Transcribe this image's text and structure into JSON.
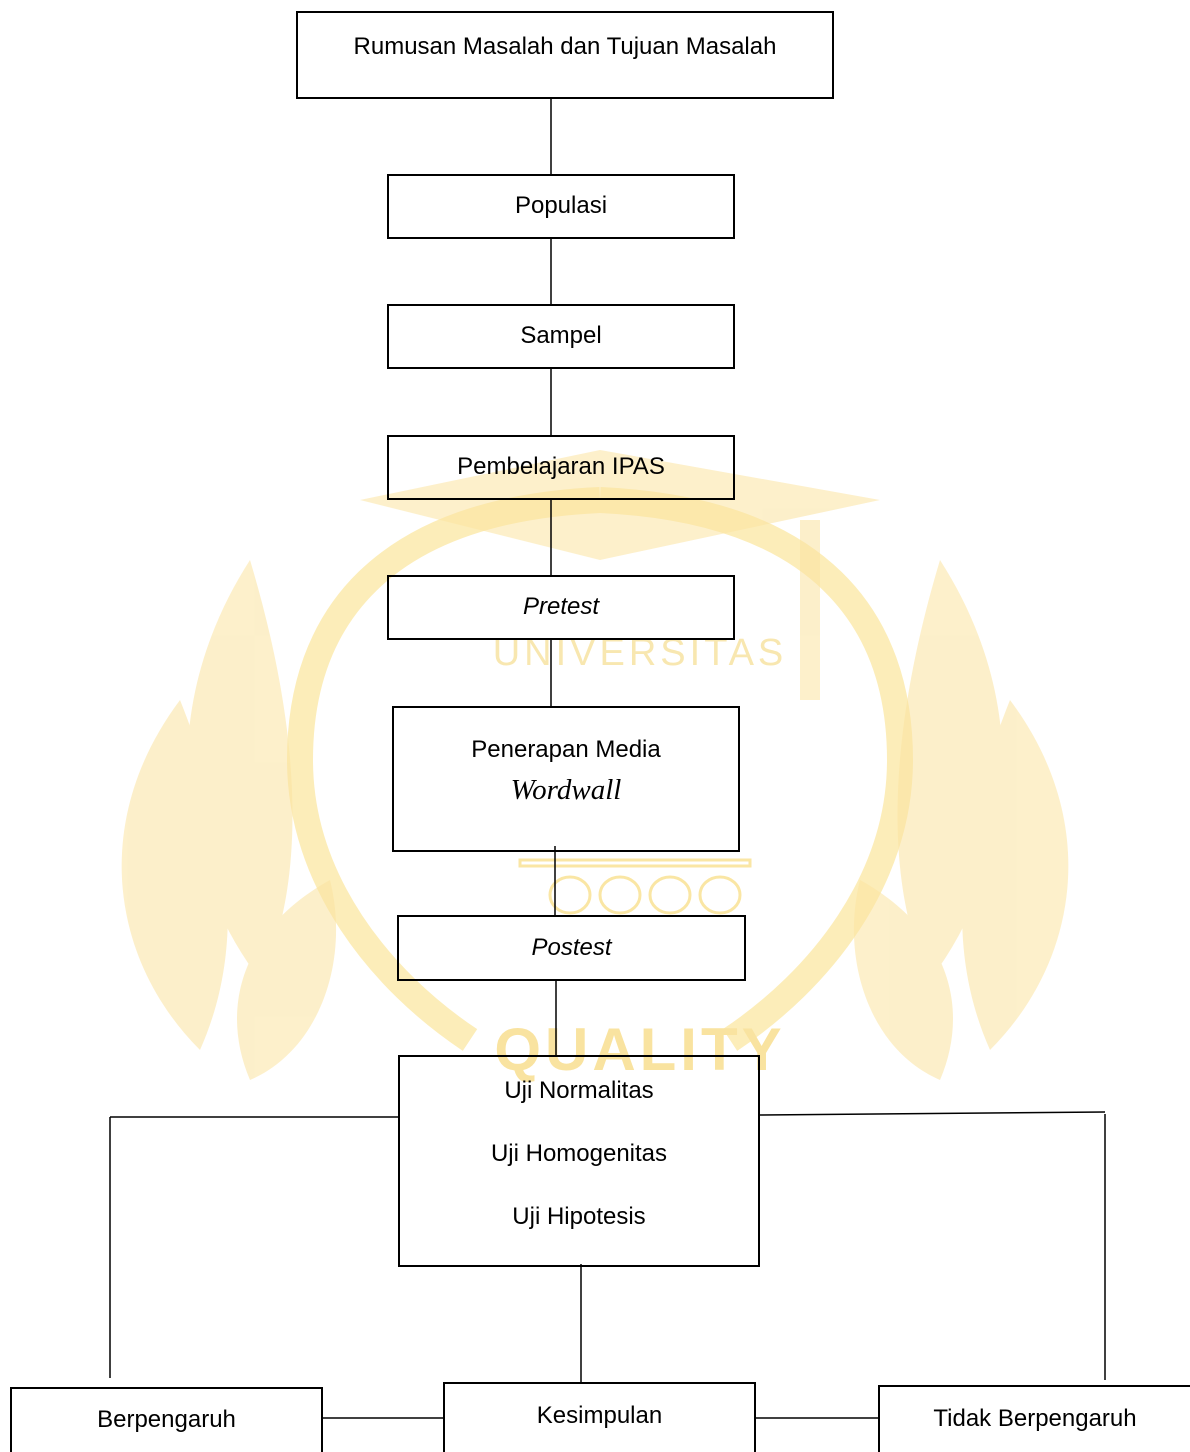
{
  "watermark": {
    "text_top": "UNIVERSITAS",
    "text_bottom": "QUALITY",
    "color": "#f7d65c"
  },
  "flowchart": {
    "nodes": {
      "problem": "Rumusan Masalah dan Tujuan Masalah",
      "population": "Populasi",
      "sample": "Sampel",
      "learning": "Pembelajaran IPAS",
      "pretest": "Pretest",
      "media_line1": "Penerapan Media",
      "media_line2": "Wordwall",
      "posttest": "Postest",
      "tests": [
        "Uji Normalitas",
        "Uji Homogenitas",
        "Uji Hipotesis"
      ],
      "effect": "Berpengaruh",
      "conclusion": "Kesimpulan",
      "no_effect": "Tidak Berpengaruh"
    }
  }
}
